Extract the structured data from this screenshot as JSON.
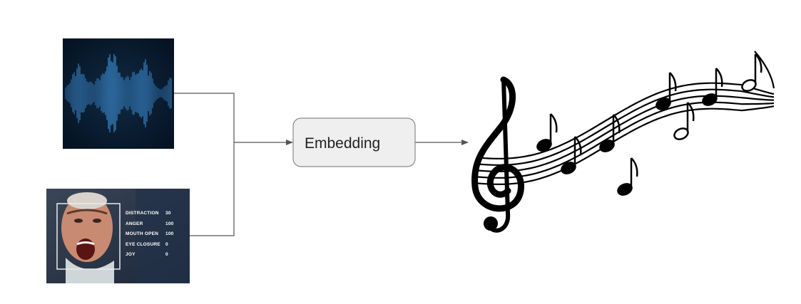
{
  "diagram": {
    "embedding_label": "Embedding",
    "face_readout": [
      {
        "label": "DISTRACTION",
        "value": "30"
      },
      {
        "label": "ANGER",
        "value": "100"
      },
      {
        "label": "MOUTH OPEN",
        "value": "100"
      },
      {
        "label": "EYE CLOSURE",
        "value": "0"
      },
      {
        "label": "JOY",
        "value": "0"
      }
    ]
  },
  "colors": {
    "connector": "#555555",
    "box_fill": "#efefef",
    "box_stroke": "#8a8a8a",
    "waveform": "#3f8fd6",
    "music_ink": "#000000"
  }
}
